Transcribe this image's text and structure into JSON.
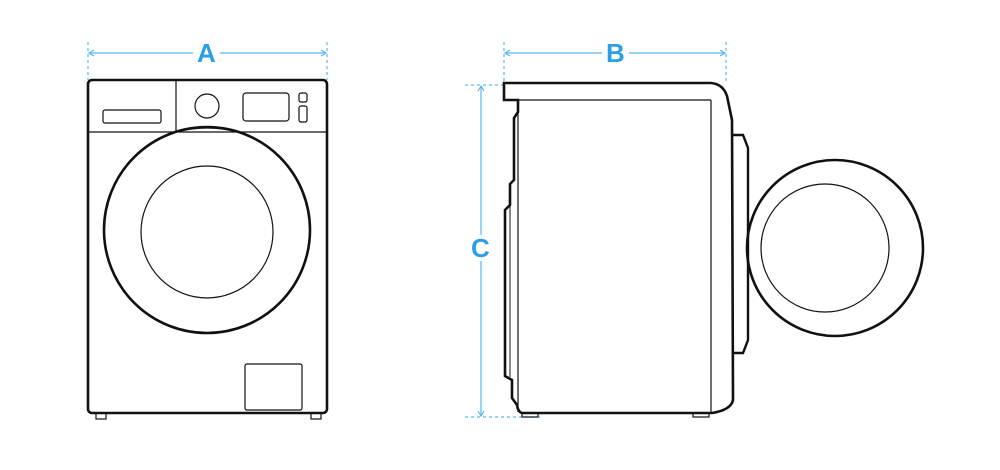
{
  "dimensions": {
    "width_label": "A",
    "depth_label": "B",
    "height_label": "C"
  },
  "colors": {
    "dimension": "#2a9fe6",
    "outline": "#111111"
  },
  "views": [
    "front-view",
    "side-view"
  ]
}
